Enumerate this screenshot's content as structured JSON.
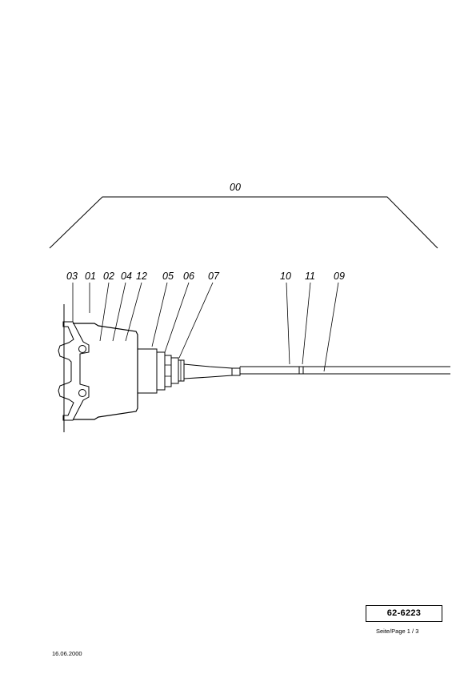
{
  "assembly_label": "00",
  "callouts": [
    "03",
    "01",
    "02",
    "04",
    "12",
    "05",
    "06",
    "07",
    "10",
    "11",
    "09"
  ],
  "title_block": {
    "part_number": "62-6223",
    "page": "Seite/Page 1 / 3"
  },
  "date": "16.06.2000"
}
